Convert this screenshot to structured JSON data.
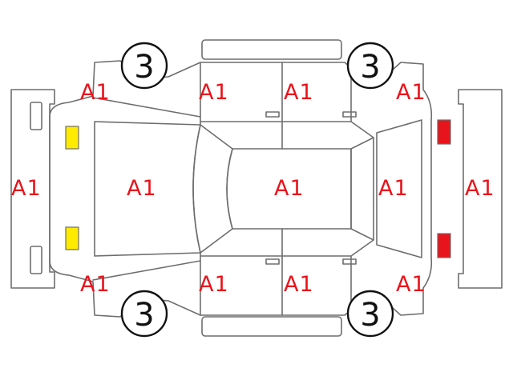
{
  "colors": {
    "outline": "#6e6e6e",
    "label": "#e8141c",
    "headlight": "#ffeb00",
    "taillight": "#e8141c"
  },
  "wheels": {
    "front_left": "3",
    "rear_left": "3",
    "front_right": "3",
    "rear_right": "3"
  },
  "labels": {
    "front_bumper": "A1",
    "hood": "A1",
    "roof": "A1",
    "rear_glass": "A1",
    "rear_bumper": "A1",
    "front_left_fender": "A1",
    "front_left_door": "A1",
    "rear_left_door": "A1",
    "rear_left_quarter": "A1",
    "front_right_fender": "A1",
    "front_right_door": "A1",
    "rear_right_door": "A1",
    "rear_right_quarter": "A1"
  }
}
